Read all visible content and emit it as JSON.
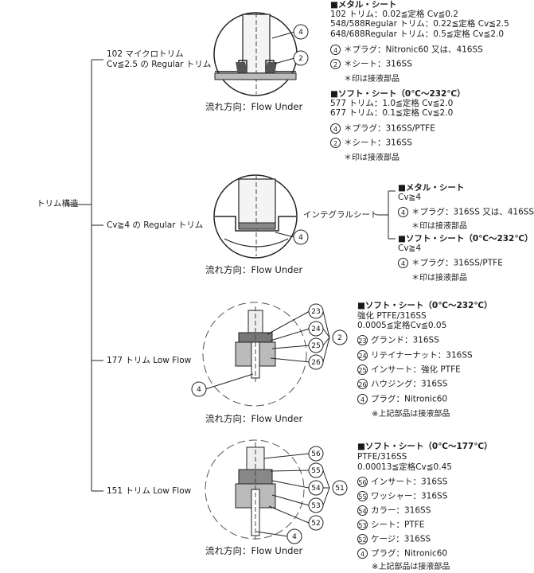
{
  "root_label": "トリム構造",
  "branches": [
    {
      "label_1": "102 マイクロトリム",
      "label_2": "Cv≦2.5 の Regular トリム",
      "flow": "流れ方向：Flow Under",
      "callouts": [
        "4",
        "2"
      ],
      "spec": {
        "metal_title": "■メタル・シート",
        "metal_lines": [
          "102 トリム：0.02≦定格 Cv≦0.2",
          "548/588Regular トリム：0.22≦定格 Cv≦2.5",
          "648/688Regular トリム：0.5≦定格 Cv≦2.0"
        ],
        "metal_parts": [
          {
            "no": "4",
            "text": "＊プラグ：Nitronic60 又は、416SS"
          },
          {
            "no": "2",
            "text": "＊シート：316SS"
          }
        ],
        "metal_note": "＊印は接液部品",
        "soft_title": "■ソフト・シート（0℃～232℃）",
        "soft_lines": [
          "577 トリム：1.0≦定格 Cv≦2.0",
          "677 トリム：0.1≦定格 Cv≦2.0"
        ],
        "soft_parts": [
          {
            "no": "4",
            "text": "＊プラグ：316SS/PTFE"
          },
          {
            "no": "2",
            "text": "＊シート：316SS"
          }
        ],
        "soft_note": "＊印は接液部品"
      }
    },
    {
      "label_1": "Cv≧4 の Regular トリム",
      "flow": "流れ方向：Flow Under",
      "callouts": [
        "4"
      ],
      "integral": "インテグラルシート",
      "spec": {
        "metal_title": "■メタル・シート",
        "metal_cv": "Cv≧4",
        "metal_part": {
          "no": "4",
          "text": "＊プラグ：316SS 又は、416SS"
        },
        "metal_note": "＊印は接液部品",
        "soft_title": "■ソフト・シート（0℃～232℃）",
        "soft_cv": "Cv≧4",
        "soft_part": {
          "no": "4",
          "text": "＊プラグ：316SS/PTFE"
        },
        "soft_note": "＊印は接液部品"
      }
    },
    {
      "label_1": "177 トリム Low Flow",
      "flow": "流れ方向：Flow Under",
      "callouts": [
        "23",
        "24",
        "25",
        "26",
        "2",
        "4"
      ],
      "spec": {
        "title": "■ソフト・シート（0℃～232℃）",
        "lines": [
          "強化 PTFE/316SS",
          "0.0005≦定格Cv≦0.05"
        ],
        "parts": [
          {
            "no": "23",
            "text": "グランド：316SS"
          },
          {
            "no": "24",
            "text": "リテイナーナット：316SS"
          },
          {
            "no": "25",
            "text": "インサート：強化 PTFE"
          },
          {
            "no": "26",
            "text": "ハウジング：316SS"
          },
          {
            "no": "4",
            "text": "プラグ：Nitronic60"
          }
        ],
        "note": "※上記部品は接液部品"
      }
    },
    {
      "label_1": "151 トリム Low Flow",
      "flow": "流れ方向：Flow Under",
      "callouts": [
        "56",
        "55",
        "54",
        "53",
        "52",
        "51",
        "4"
      ],
      "spec": {
        "title": "■ソフト・シート（0℃～177℃）",
        "lines": [
          "PTFE/316SS",
          "0.00013≦定格Cv≦0.45"
        ],
        "parts": [
          {
            "no": "56",
            "text": "インサート：316SS"
          },
          {
            "no": "55",
            "text": "ワッシャー：316SS"
          },
          {
            "no": "54",
            "text": "カラー：316SS"
          },
          {
            "no": "53",
            "text": "シート：PTFE"
          },
          {
            "no": "52",
            "text": "ケージ：316SS"
          },
          {
            "no": "4",
            "text": "プラグ：Nitronic60"
          }
        ],
        "note": "※上記部品は接液部品"
      }
    }
  ]
}
